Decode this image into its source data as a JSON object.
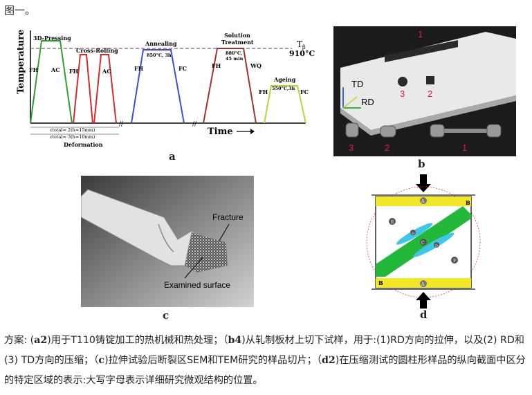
{
  "intro": "图一。",
  "panel_a": {
    "label": "a",
    "y_axis": "Temperature",
    "x_axis": "Time",
    "t_beta": "T",
    "t_beta_sub": "β",
    "t_value": "910°C",
    "stages": {
      "pressing": "3D-Pressing",
      "rolling": "Cross-Rolling",
      "annealing": "Annealing",
      "annealing_cond": "850°C, 3h",
      "solution_1": "Solution",
      "solution_2": "Treatment",
      "solution_cond_1": "880°C,",
      "solution_cond_2": "45 min",
      "ageing": "Ageing",
      "ageing_cond": "550°C,3h"
    },
    "marks": {
      "fh": "FH",
      "ac": "AC",
      "fc": "FC",
      "wq": "WQ"
    },
    "strain_1": "εtotal= 2(h=15mm)",
    "strain_2": "εtotal= 3(h=10mm)",
    "deformation": "Deformation"
  },
  "panel_b": {
    "label": "b",
    "td": "TD",
    "rd": "RD",
    "slots": [
      "1",
      "3",
      "2"
    ],
    "samples": [
      "3",
      "2",
      "1"
    ]
  },
  "panel_c": {
    "label": "c",
    "fracture": "Fracture",
    "examined": "Examined surface"
  },
  "panel_d": {
    "label": "d",
    "zones": {
      "a": "A",
      "b": "B",
      "c": "C",
      "d": "D",
      "e": "E",
      "f": "F"
    }
  },
  "caption": {
    "lead": "方案: (",
    "a2": "a2",
    "t1": ")用于T110铸锭加工的热机械和热处理；（",
    "b4": "b4",
    "t2": ")从轧制板材上切下试样，用于:(1)RD方向的拉伸，以及(2) RD和(3) TD方向的压缩；（",
    "c": "c",
    "t3": ")拉伸试验后断裂区SEM和TEM研究的样品切片；（",
    "d2": "d2",
    "t4": ")在压缩测试的圆柱形样品的纵向截面中区分的特定区域的表示:大写字母表示详细研究微观结构的位置。"
  },
  "colors": {
    "pressing": "#2e9e2e",
    "rolling": "#d42b2b",
    "annealing": "#3a4fcf",
    "solution": "#a33030",
    "ageing": "#b8d430",
    "beta_line": "#a05080"
  }
}
